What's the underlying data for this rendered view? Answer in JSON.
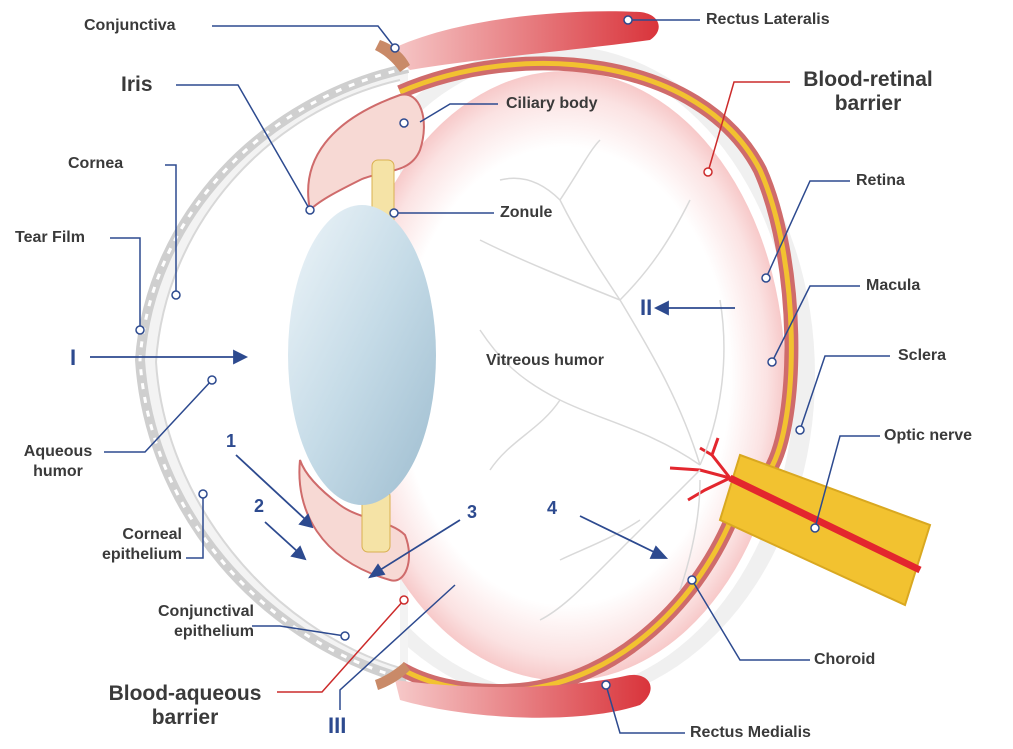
{
  "labels": {
    "conjunctiva": "Conjunctiva",
    "rectus_lateralis": "Rectus Lateralis",
    "iris": "Iris",
    "ciliary_body": "Ciliary body",
    "blood_retinal_line1": "Blood-retinal",
    "blood_retinal_line2": "barrier",
    "cornea": "Cornea",
    "retina": "Retina",
    "zonule": "Zonule",
    "tear_film": "Tear Film",
    "macula": "Macula",
    "vitreous_humor": "Vitreous humor",
    "sclera": "Sclera",
    "aqueous_line1": "Aqueous",
    "aqueous_line2": "humor",
    "optic_nerve": "Optic nerve",
    "corneal_ep_line1": "Corneal",
    "corneal_ep_line2": "epithelium",
    "conj_ep_line1": "Conjunctival",
    "conj_ep_line2": "epithelium",
    "choroid": "Choroid",
    "blood_aqueous_line1": "Blood-aqueous",
    "blood_aqueous_line2": "barrier",
    "rectus_medialis": "Rectus Medialis"
  },
  "route_numbers": {
    "one": "1",
    "two": "2",
    "three": "3",
    "four": "4"
  },
  "pathways": {
    "I": "I",
    "II": "II",
    "III": "III"
  },
  "colors": {
    "sclera": "#e8e8e8",
    "choroid": "#cf6b6b",
    "retina": "#f2c230",
    "muscle": "#e0474c",
    "lens": "#bcd6e4",
    "leader": "#2d4a8f",
    "red_leader": "#cc2b2b",
    "vessels": "#d9d9d9",
    "optic_vessel": "#e3262e"
  }
}
